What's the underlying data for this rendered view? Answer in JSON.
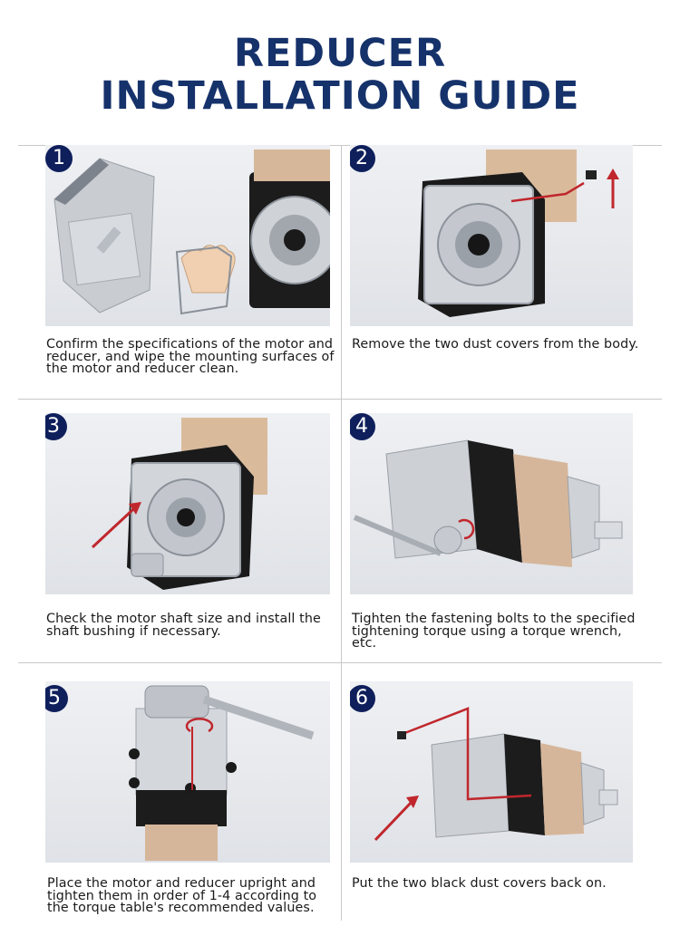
{
  "header": {
    "title_line1": "REDUCER",
    "title_line2": "INSTALLATION GUIDE"
  },
  "colors": {
    "title": "#16326b",
    "badge": "#0f1f5c",
    "arrow": "#c0272d",
    "divider": "#c8c8c8"
  },
  "steps": [
    {
      "number": "1",
      "text": "Confirm the specifications of the motor and reducer, and wipe the mounting surfaces of the motor and reducer clean."
    },
    {
      "number": "2",
      "text": "Remove the two dust covers from the body."
    },
    {
      "number": "3",
      "text": "Check the motor shaft size and install the shaft bushing if necessary."
    },
    {
      "number": "4",
      "text": "Tighten the fastening bolts to the specified tightening torque using a torque wrench, etc."
    },
    {
      "number": "5",
      "text": "Place the motor and reducer upright and tighten them in order of 1-4 according to the torque table's recommended values."
    },
    {
      "number": "6",
      "text": "Put the two black dust covers back on."
    }
  ]
}
